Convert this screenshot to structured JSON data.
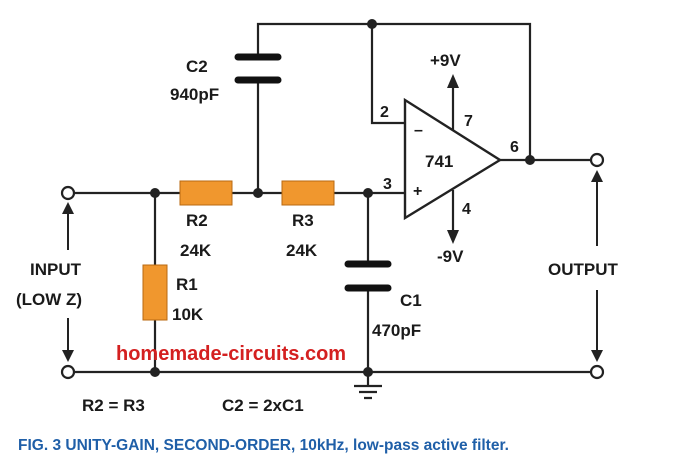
{
  "components": {
    "c2": {
      "name": "C2",
      "value": "940pF"
    },
    "c1": {
      "name": "C1",
      "value": "470pF"
    },
    "r1": {
      "name": "R1",
      "value": "10K"
    },
    "r2": {
      "name": "R2",
      "value": "24K"
    },
    "r3": {
      "name": "R3",
      "value": "24K"
    },
    "opamp": {
      "label": "741",
      "minus": "–",
      "plus": "+"
    }
  },
  "pins": {
    "p2": "2",
    "p3": "3",
    "p4": "4",
    "p6": "6",
    "p7": "7"
  },
  "supply": {
    "positive": "+9V",
    "negative": "-9V"
  },
  "ports": {
    "input_line1": "INPUT",
    "input_line2": "(LOW Z)",
    "output": "OUTPUT"
  },
  "watermark": "homemade-circuits.com",
  "notes": {
    "resistors": "R2 = R3",
    "capacitors": "C2 = 2xC1"
  },
  "caption": "FIG. 3 UNITY-GAIN, SECOND-ORDER, 10kHz, low-pass active filter.",
  "colors": {
    "resistor": "#f0972e",
    "watermark": "#d42020",
    "caption": "#1f5fa8",
    "ink": "#222222"
  }
}
